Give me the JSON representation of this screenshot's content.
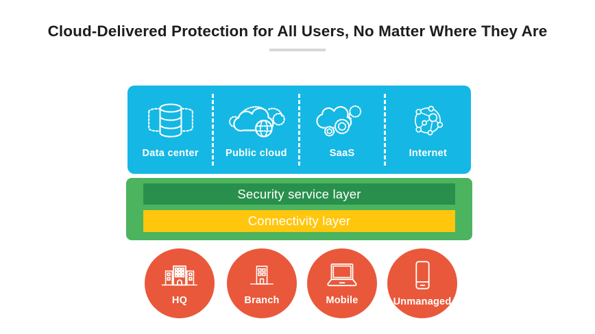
{
  "title": "Cloud-Delivered Protection for All Users, No Matter Where They Are",
  "colors": {
    "cyan": "#15b8e4",
    "panel_green": "#4cb35f",
    "security_green": "#28904c",
    "connectivity_yellow": "#ffc60d",
    "endpoint_orange": "#e9583a",
    "divider_gray": "#d7d7d7",
    "title_text": "#1d1d1d"
  },
  "cloud_sources": [
    {
      "label": "Data center",
      "icon": "data-center-icon"
    },
    {
      "label": "Public cloud",
      "icon": "public-cloud-icon"
    },
    {
      "label": "SaaS",
      "icon": "saas-cloud-gears-icon"
    },
    {
      "label": "Internet",
      "icon": "internet-network-icon"
    }
  ],
  "layers": [
    {
      "label": "Security service layer"
    },
    {
      "label": "Connectivity layer"
    }
  ],
  "endpoints": [
    {
      "label": "HQ",
      "icon": "hq-building-icon"
    },
    {
      "label": "Branch",
      "icon": "branch-building-icon"
    },
    {
      "label": "Mobile",
      "icon": "laptop-icon"
    },
    {
      "label": "Unmanaged",
      "icon": "smartphone-icon"
    }
  ]
}
